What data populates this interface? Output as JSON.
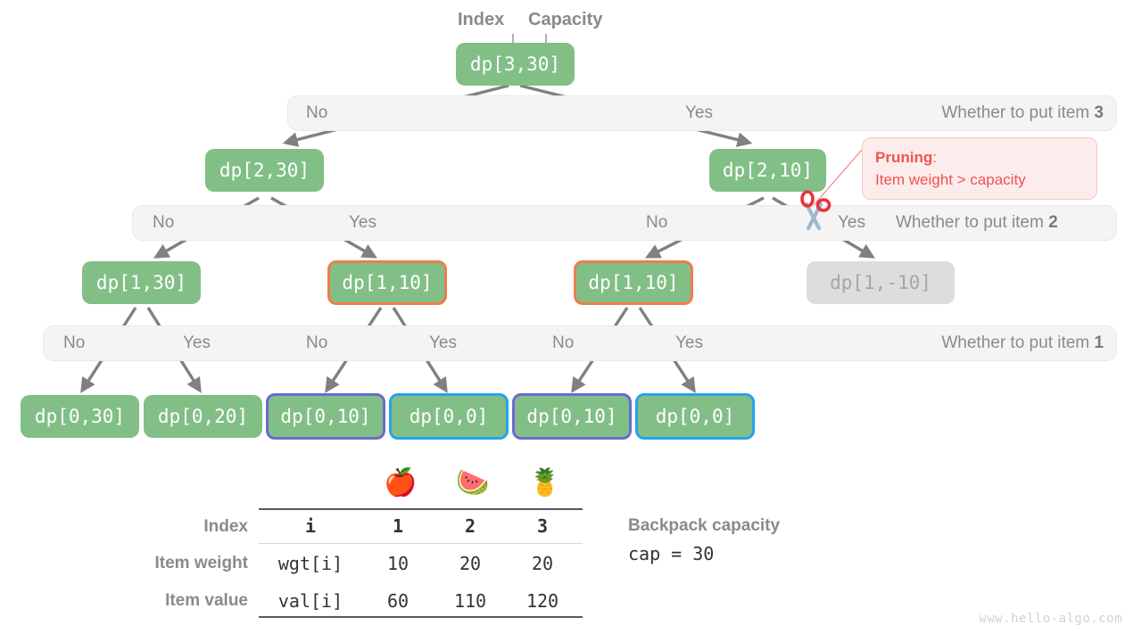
{
  "diagram": {
    "title_labels": {
      "index": "Index",
      "capacity": "Capacity"
    },
    "root": {
      "label": "dp[3,30]"
    },
    "levels": [
      {
        "no": "No",
        "yes": "Yes",
        "question": "Whether to put item ",
        "item": "3"
      },
      {
        "no": "No",
        "yes": "Yes",
        "question": "Whether to put item ",
        "item": "2"
      },
      {
        "no": "No",
        "yes": "Yes",
        "question": "Whether to put item ",
        "item": "1"
      }
    ],
    "level2_nodes": [
      {
        "label": "dp[2,30]"
      },
      {
        "label": "dp[2,10]"
      }
    ],
    "level1_nodes": [
      {
        "label": "dp[1,30]"
      },
      {
        "label": "dp[1,10]"
      },
      {
        "label": "dp[1,10]"
      },
      {
        "label": "dp[1,-10]"
      }
    ],
    "leaf_nodes": [
      {
        "label": "dp[0,30]"
      },
      {
        "label": "dp[0,20]"
      },
      {
        "label": "dp[0,10]"
      },
      {
        "label": "dp[0,0]"
      },
      {
        "label": "dp[0,10]"
      },
      {
        "label": "dp[0,0]"
      }
    ],
    "level2_branch_labels": {
      "l_no": "No",
      "l_yes": "Yes",
      "r_no": "No",
      "r_yes": "Yes"
    },
    "level1_branch_labels": [
      "No",
      "Yes",
      "No",
      "Yes",
      "No",
      "Yes"
    ],
    "pruning": {
      "title": "Pruning",
      "colon": ":",
      "text": "Item weight > capacity",
      "icon": "scissors-icon"
    },
    "colors": {
      "node_green": "#82bf86",
      "node_muted": "#dddddd",
      "border_orange": "#ec7e4e",
      "border_violet": "#6a6ad0",
      "border_skyblue": "#28a3ea",
      "pruning_red": "#ef5350",
      "edge_grey": "#808080",
      "level_bar": "#f4f4f4"
    }
  },
  "table": {
    "fruits": [
      {
        "name": "apple-icon",
        "glyph": "🍎"
      },
      {
        "name": "watermelon-icon",
        "glyph": "🍉"
      },
      {
        "name": "pineapple-icon",
        "glyph": "🍍"
      }
    ],
    "row_labels": [
      "Index",
      "Item weight",
      "Item value"
    ],
    "key_column": [
      "i",
      "wgt[i]",
      "val[i]"
    ],
    "rows": [
      {
        "label": "Index",
        "key": "i",
        "values": [
          "1",
          "2",
          "3"
        ]
      },
      {
        "label": "Item weight",
        "key": "wgt[i]",
        "values": [
          "10",
          "20",
          "20"
        ]
      },
      {
        "label": "Item value",
        "key": "val[i]",
        "values": [
          "60",
          "110",
          "120"
        ]
      }
    ]
  },
  "capacity_note": {
    "title": "Backpack capacity",
    "value": "cap = 30"
  },
  "watermark": "www.hello-algo.com"
}
